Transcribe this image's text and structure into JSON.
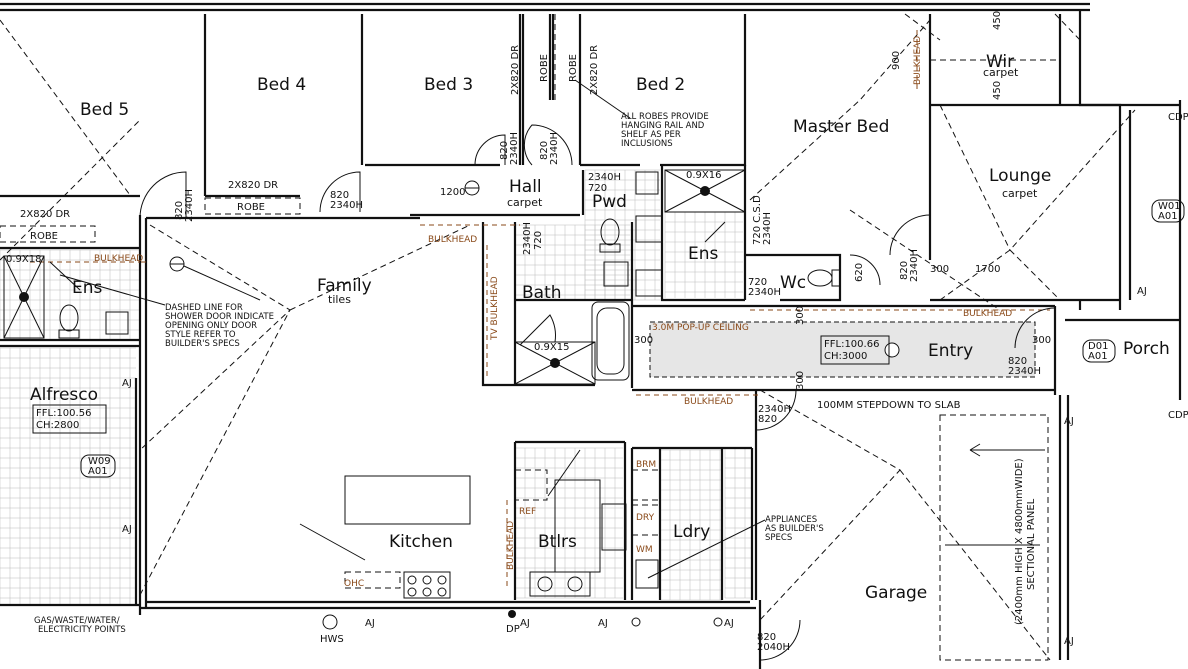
{
  "rooms": {
    "bed5": "Bed 5",
    "bed4": "Bed 4",
    "bed3": "Bed 3",
    "bed2": "Bed 2",
    "master": "Master Bed",
    "wir": "Wir",
    "wir_floor": "carpet",
    "lounge": "Lounge",
    "lounge_floor": "carpet",
    "hall": "Hall",
    "hall_floor": "carpet",
    "pwd": "Pwd",
    "ens_master": "Ens",
    "wc": "Wc",
    "ens_bed5": "Ens",
    "family": "Family",
    "family_floor": "tiles",
    "bath": "Bath",
    "entry": "Entry",
    "porch": "Porch",
    "alfresco": "Alfresco",
    "kitchen": "Kitchen",
    "btlrs": "Btlrs",
    "ldry": "Ldry",
    "garage": "Garage"
  },
  "dimensions": {
    "bed4_robe": "2X820 DR",
    "bed3_robe": "2X820 DR",
    "bed2_robe": "2X820 DR",
    "robe_bed5": "2X820 DR",
    "robe": "ROBE",
    "door_820": "820",
    "door_2340h": "2340H",
    "hall_1200": "1200",
    "wc_720": "720",
    "ens_09x16": "0.9X16",
    "ens_09x18": "0.9X18",
    "bath_09x15": "0.9X15",
    "csd": "720 C.S.D",
    "csd_h": "2340H",
    "d620": "620",
    "d300": "300",
    "d1700": "1700",
    "d450": "450",
    "d900": "900",
    "d2040h": "2040H"
  },
  "labels": {
    "bulkhead": "BULKHEAD",
    "tv_bulkhead": "TV BULKHEAD",
    "popup_ceiling": "3.0M POP-UP CEILING",
    "entry_ffl": "FFL:100.66",
    "entry_ch": "CH:3000",
    "alfresco_ffl": "FFL:100.56",
    "alfresco_ch": "CH:2800",
    "stepdown": "100MM STEPDOWN TO SLAB",
    "garage_door_1": "(2400mm HIGH X 4800mmWIDE)",
    "garage_door_2": "SECTIONAL PANEL",
    "ohc": "OHC",
    "ref": "REF",
    "brm": "BRM",
    "dry": "DRY",
    "wm": "WM",
    "hws": "HWS",
    "dp": "DP",
    "aj": "AJ",
    "w09": "W09",
    "a01": "A01",
    "w01": "W01",
    "d01": "D01",
    "cdp": "CDP",
    "gas": "GAS/WASTE/WATER/",
    "electricity": "ELECTRICITY POINTS"
  },
  "notes": {
    "robes": [
      "ALL ROBES PROVIDE",
      "HANGING RAIL AND",
      "SHELF AS PER",
      "INCLUSIONS"
    ],
    "shower": [
      "DASHED LINE FOR",
      "SHOWER DOOR INDICATE",
      "OPENING ONLY DOOR",
      "STYLE REFER TO",
      "BUILDER'S SPECS"
    ],
    "appliances": [
      "APPLIANCES",
      "AS BUILDER'S",
      "SPECS"
    ]
  },
  "colors": {
    "wall": "#111111",
    "bulkhead": "#8a4a1a",
    "popup_fill": "#e6e6e6"
  }
}
